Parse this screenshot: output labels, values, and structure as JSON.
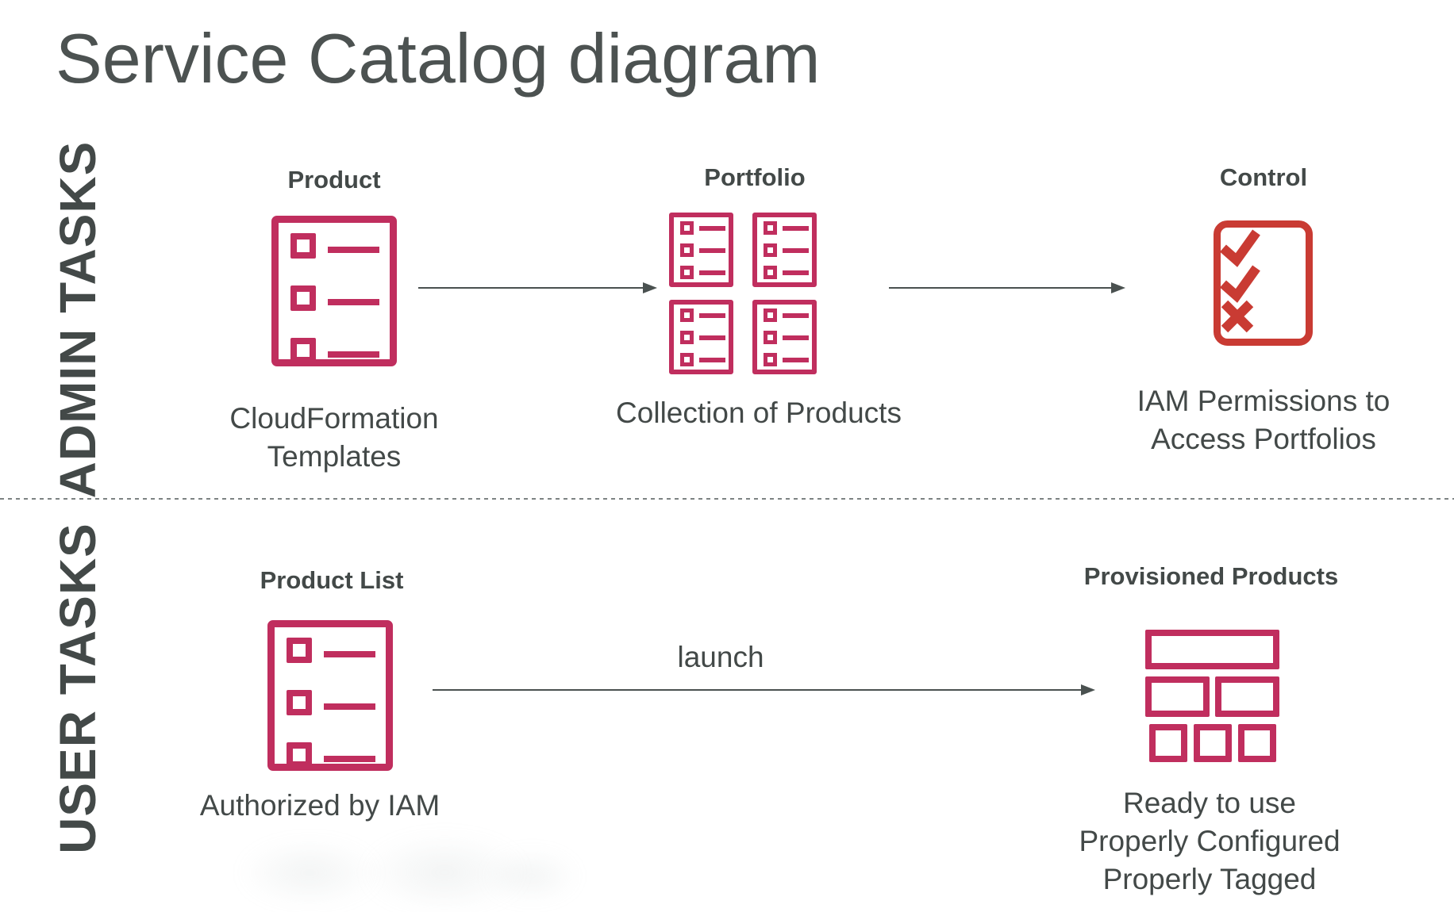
{
  "title": "Service Catalog diagram",
  "colors": {
    "icon_pink": "#C02E5E",
    "icon_red": "#C93B33",
    "text_dark": "#434948",
    "arrow_gray": "#4A5150",
    "divider_gray": "#7D8383"
  },
  "admin": {
    "label": "ADMIN TASKS",
    "product": {
      "heading": "Product",
      "icon": "list-document-icon",
      "caption": [
        "CloudFormation",
        "Templates"
      ]
    },
    "portfolio": {
      "heading": "Portfolio",
      "icon": "four-list-documents-icon",
      "caption": [
        "Collection of Products"
      ]
    },
    "control": {
      "heading": "Control",
      "icon": "checklist-check-check-x-icon",
      "caption": [
        "IAM Permissions to",
        "Access Portfolios"
      ]
    }
  },
  "user": {
    "label": "USER TASKS",
    "product_list": {
      "heading": "Product List",
      "icon": "list-document-icon",
      "caption": [
        "Authorized by IAM"
      ]
    },
    "launch_label": "launch",
    "provisioned": {
      "heading": "Provisioned Products",
      "icon": "stacked-bricks-icon",
      "caption": [
        "Ready to use",
        "Properly Configured",
        "Properly Tagged"
      ]
    }
  }
}
